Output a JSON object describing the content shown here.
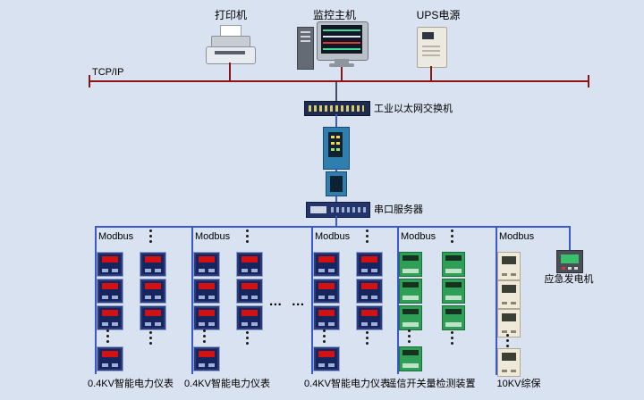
{
  "colors": {
    "background": "#d9e2f0",
    "tcpip_bus": "#8b1414",
    "modbus_bus": "#3a5bc7"
  },
  "header": {
    "printer_label": "打印机",
    "monitor_label": "监控主机",
    "ups_label": "UPS电源"
  },
  "backbone": {
    "tcpip_label": "TCP/IP",
    "switch_label": "工业以太网交换机",
    "serial_server_label": "串口服务器"
  },
  "groups": [
    {
      "bus_label": "Modbus",
      "bottom_label": "0.4KV智能电力仪表"
    },
    {
      "bus_label": "Modbus",
      "bottom_label": "0.4KV智能电力仪表"
    },
    {
      "bus_label": "Modbus",
      "bottom_label": "0.4KV智能电力仪表"
    },
    {
      "bus_label": "Modbus",
      "bottom_label": "遥信开关量检测装置"
    },
    {
      "bus_label": "Modbus",
      "bottom_label": "10KV综保"
    }
  ],
  "generator": {
    "label": "应急发电机"
  },
  "ellipsis_horizontal": "… …"
}
